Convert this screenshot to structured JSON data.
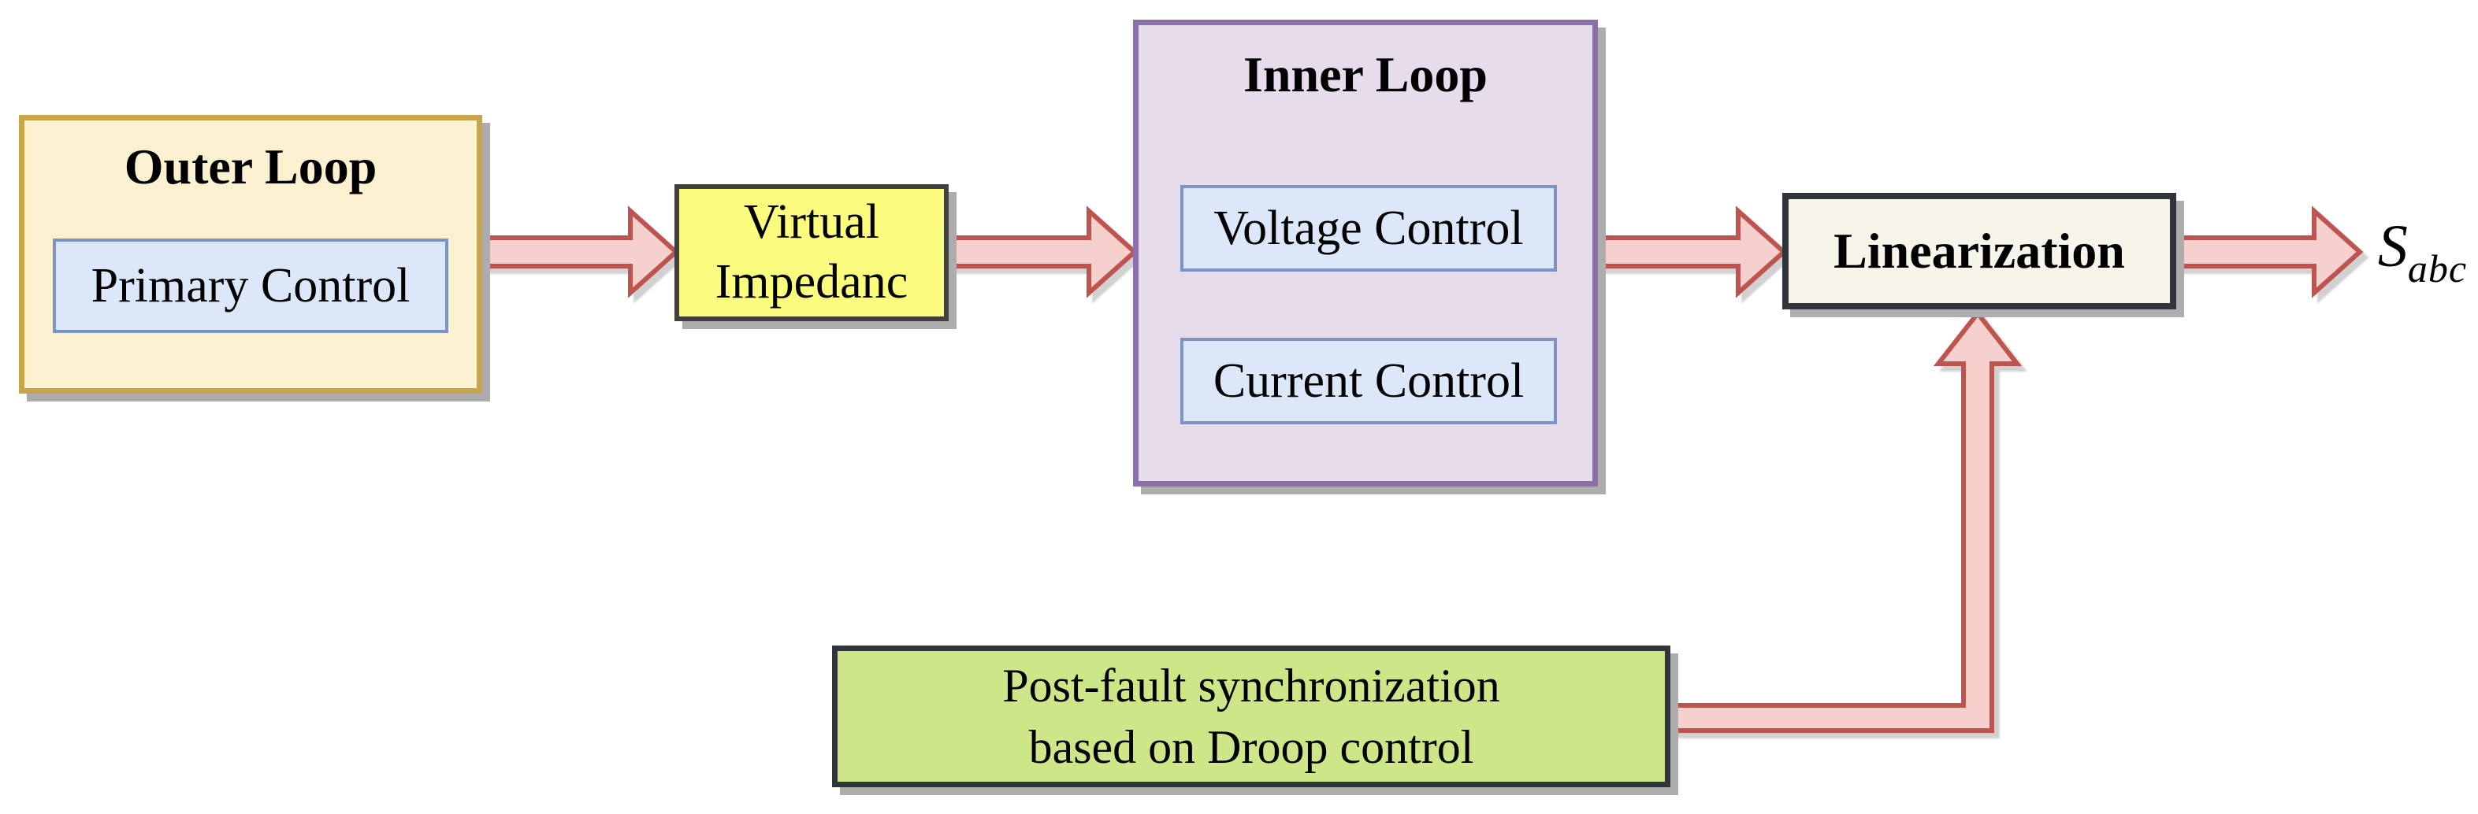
{
  "diagram": {
    "outer_loop": {
      "title": "Outer Loop",
      "primary_control": "Primary Control"
    },
    "virtual_impedance": {
      "lines": [
        "Virtual",
        "Impedanc"
      ]
    },
    "inner_loop": {
      "title": "Inner Loop",
      "voltage_control": "Voltage Control",
      "current_control": "Current Control"
    },
    "linearization": {
      "title": "Linearization"
    },
    "post_fault": {
      "lines": [
        "Post-fault synchronization",
        "based on Droop control"
      ]
    },
    "output_signal": {
      "base": "S",
      "subscript": "abc"
    }
  },
  "colors": {
    "outer_loop_fill": "#FBF0CF",
    "outer_loop_border": "#C8A44B",
    "inner_loop_fill": "#E6DCEC",
    "inner_loop_border": "#8D6FA9",
    "control_fill": "#DCE8F9",
    "control_border": "#7B94C4",
    "virtual_fill": "#FBFB7D",
    "virtual_border": "#414141",
    "linearization_fill": "#F7F4EA",
    "linearization_border": "#2F353A",
    "postfault_fill": "#CDE687",
    "postfault_border": "#303539",
    "arrow_fill": "#F6D0CD",
    "arrow_stroke": "#BE544F",
    "shadow": "#ADADAD"
  }
}
